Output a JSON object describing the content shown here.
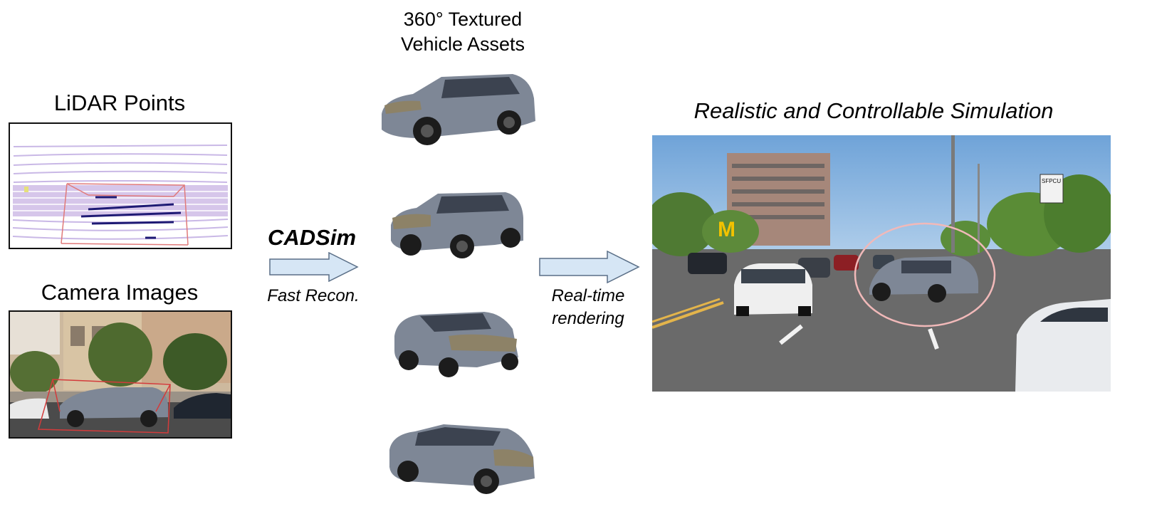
{
  "left": {
    "lidar_title": "LiDAR Points",
    "camera_title": "Camera Images"
  },
  "middle": {
    "method_name": "CADSim",
    "method_caption": "Fast Recon.",
    "assets_title_line1": "360° Textured",
    "assets_title_line2": "Vehicle Assets"
  },
  "render": {
    "caption_line1": "Real-time",
    "caption_line2": "rendering"
  },
  "right": {
    "title": "Realistic and Controllable Simulation",
    "sign_text": "SFPCU"
  },
  "colors": {
    "arrow_fill": "#d6e6f5",
    "arrow_stroke": "#5a6f87",
    "lidar_points": "#c9b8e6",
    "lidar_box": "#e07a7a",
    "camera_box": "#d33b3b",
    "highlight_ellipse": "#f1b9b9",
    "car_body": "#7e8796"
  },
  "icons": [
    "car-icon",
    "arrow-right-icon"
  ]
}
